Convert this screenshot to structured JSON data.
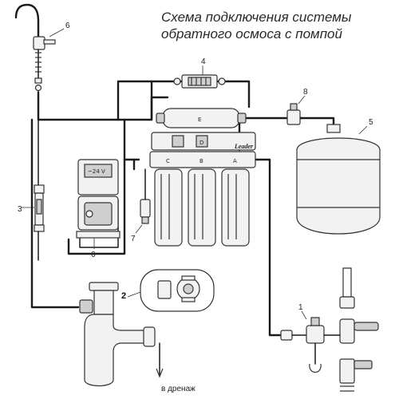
{
  "title": {
    "line1": "Схема подключения системы",
    "line2": "обратного осмоса с помпой"
  },
  "callouts": {
    "c1": "1",
    "c2": "2",
    "c3": "3",
    "c4": "4",
    "c5": "5",
    "c6_faucet": "6",
    "c6_pump": "6",
    "c7": "7",
    "c8": "8"
  },
  "labels": {
    "cartridge_c": "C",
    "cartridge_b": "B",
    "cartridge_a": "A",
    "membrane_e": "E",
    "membrane_d": "D",
    "voltage": "~24 V",
    "brand": "Leader",
    "drain": "в дренаж"
  }
}
